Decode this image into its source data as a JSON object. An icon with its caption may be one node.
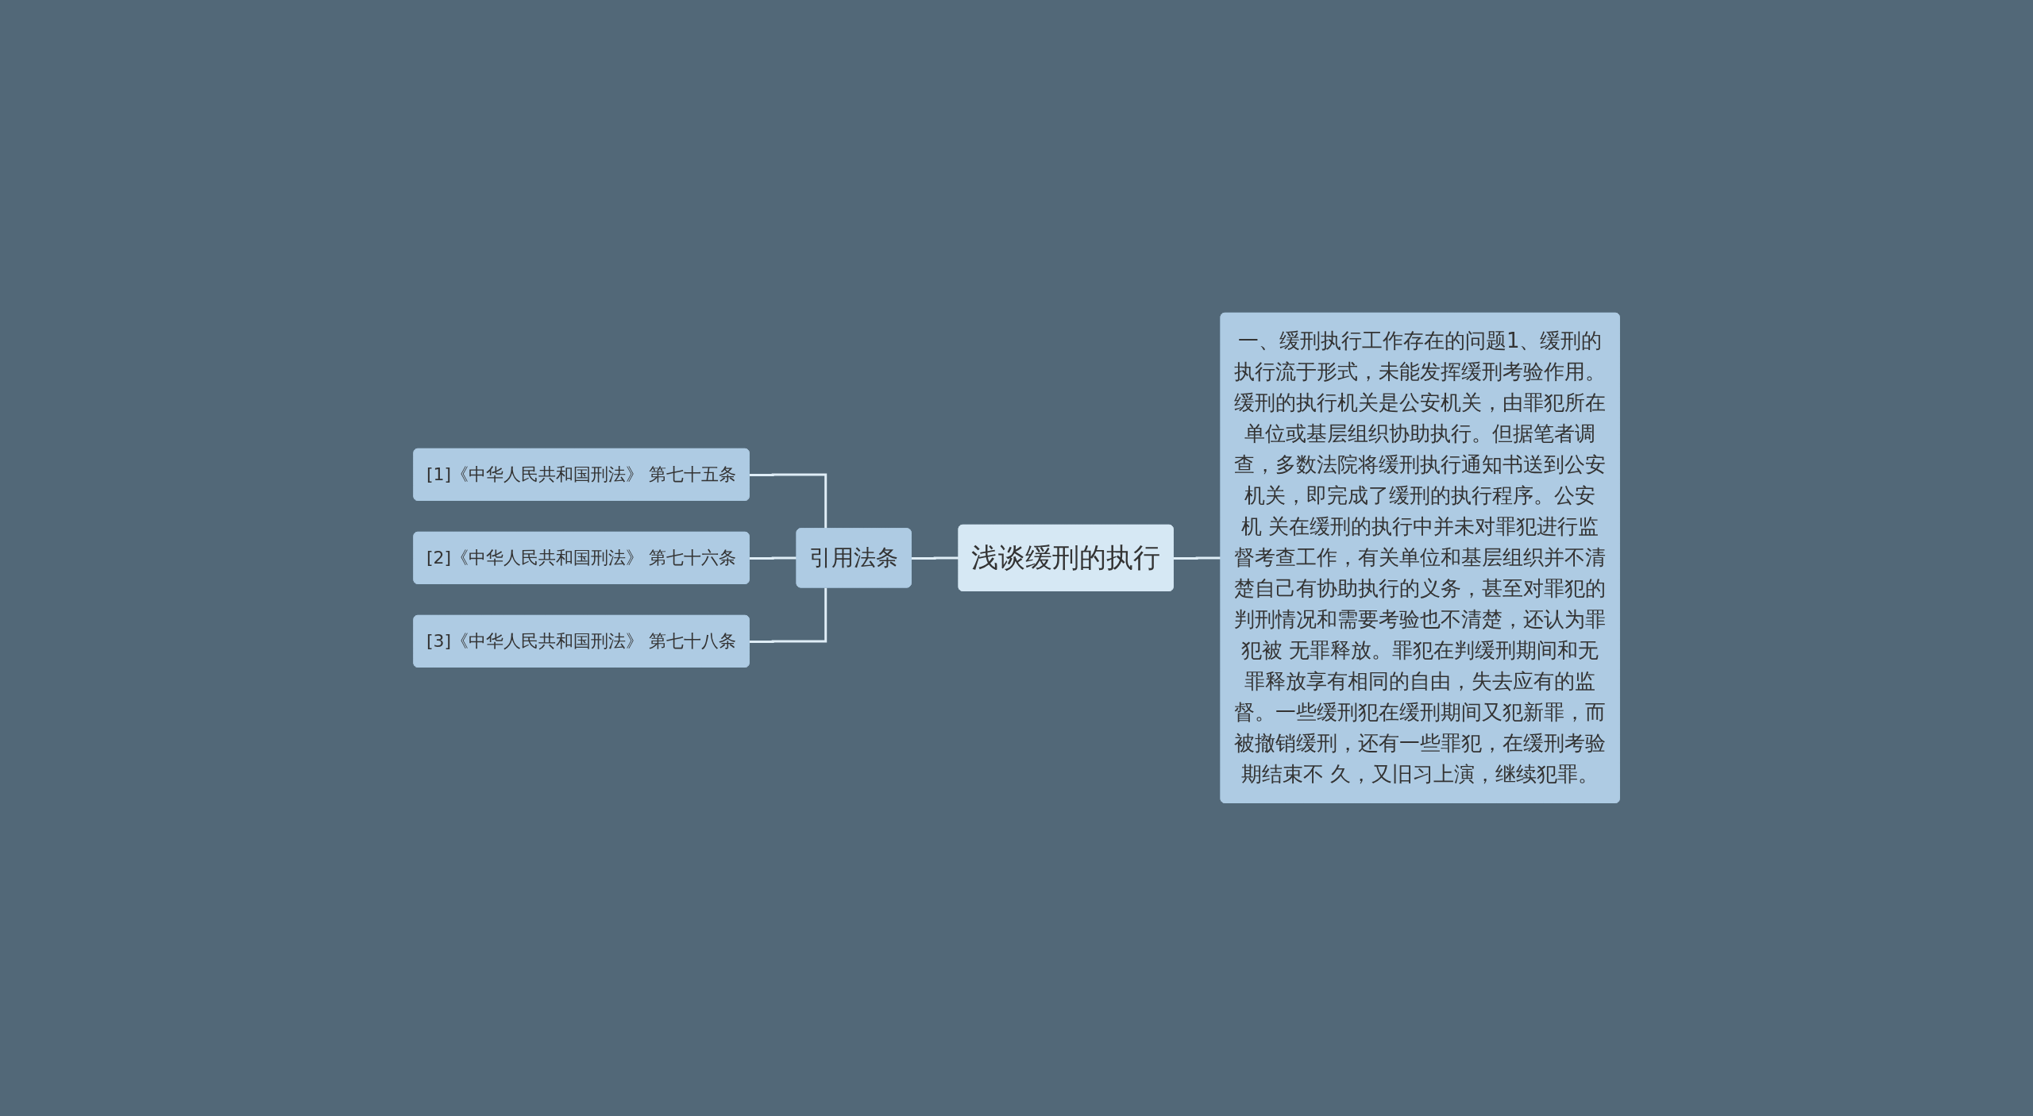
{
  "diagram": {
    "nodes": [
      {
        "text": [
          "浅谈缓刑的执行"
        ]
      },
      {
        "text": [
          "引用法条"
        ]
      },
      {
        "text": [
          "[1]《中华人民共和国刑法》 第七十五条"
        ]
      },
      {
        "text": [
          "[2]《中华人民共和国刑法》 第七十六条"
        ]
      },
      {
        "text": [
          "[3]《中华人民共和国刑法》 第七十八条"
        ]
      },
      {
        "text": [
          "一、缓刑执行工作存在的问题1、缓刑的执行流于形式，未能发挥缓刑考验作用。缓刑的执行机关是公安机关，由罪犯所在单位或基层组织协助执行。但据笔者调查，多数法院将缓刑执行通知书送到公安机关，即完成了缓刑的执行程序。公安机 关在缓刑的执行中并未对罪犯进行监督考查工作，有关单位和基层组织并不清楚自己有协助执行的义务，甚至对罪犯的判刑情况和需要考验也不清楚，还认为罪犯被 无罪释放。罪犯在判缓刑期间和无罪释放享有相同的自由，失去应有的监督。一些缓刑犯在缓刑期间又犯新罪，而被撤销缓刑，还有一些罪犯，在缓刑考验期结束不 久，又旧习上演，继续犯罪。"
        ]
      }
    ],
    "edges": [
      {
        "from": 2,
        "to": 1,
        "arrow": "none"
      },
      {
        "from": 3,
        "to": 1,
        "arrow": "none"
      },
      {
        "from": 4,
        "to": 1,
        "arrow": "none"
      },
      {
        "from": 1,
        "to": 0,
        "arrow": "none"
      },
      {
        "from": 0,
        "to": 5,
        "arrow": "none"
      }
    ]
  }
}
